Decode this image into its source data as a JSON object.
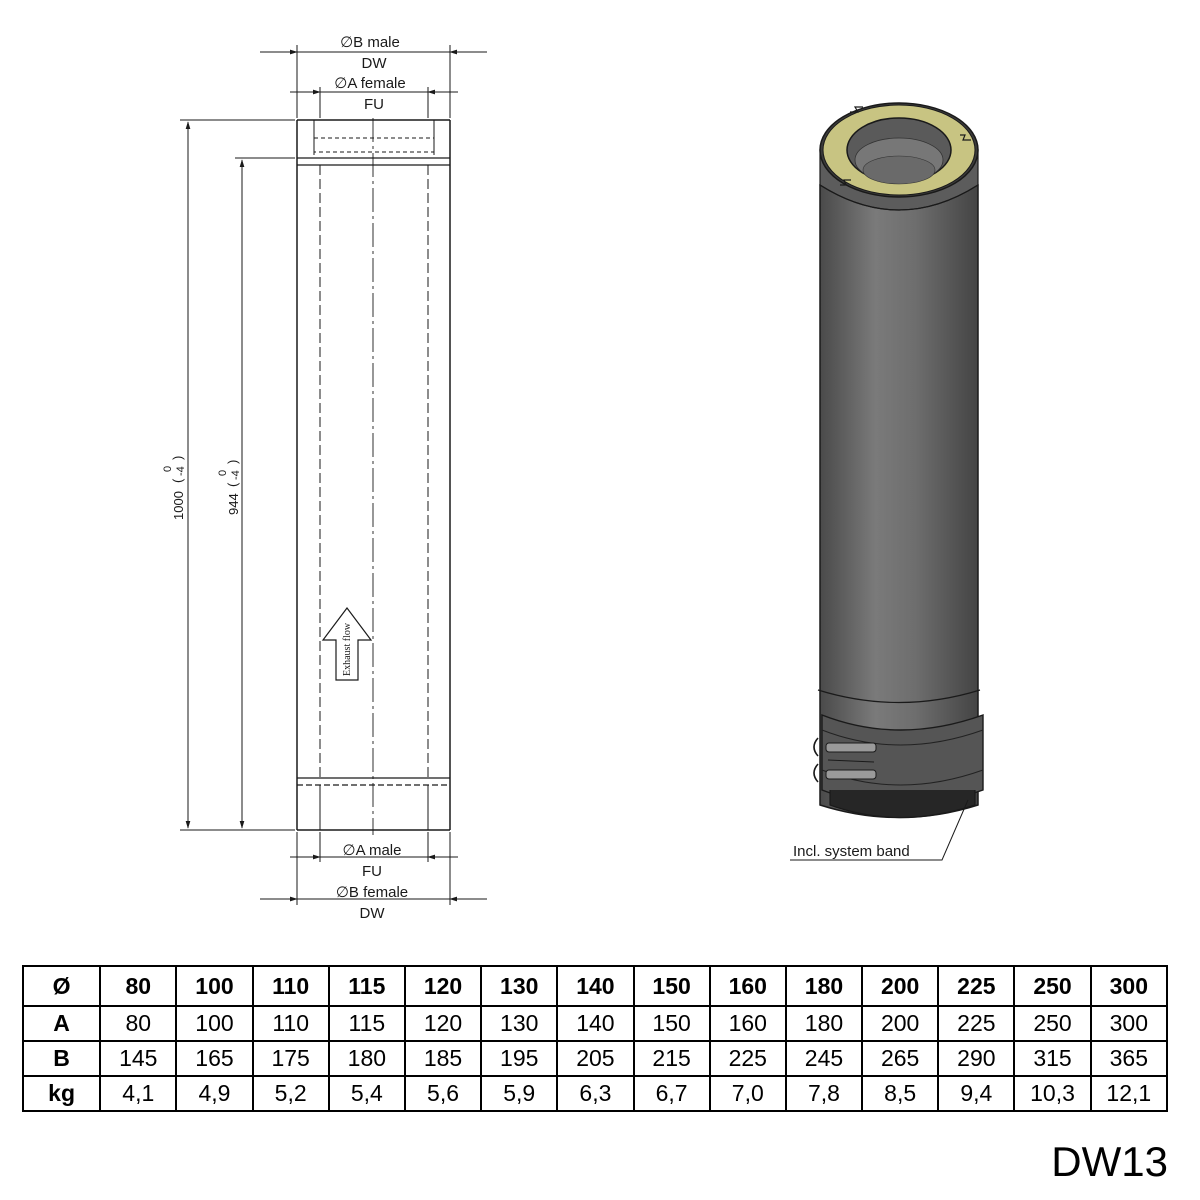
{
  "drawing": {
    "top_dims": {
      "b_male": "∅B male",
      "b_male_code": "DW",
      "a_female": "∅A female",
      "a_female_code": "FU"
    },
    "bottom_dims": {
      "a_male": "∅A male",
      "a_male_code": "FU",
      "b_female": "∅B female",
      "b_female_code": "DW"
    },
    "length_total": "1000",
    "length_effective": "944",
    "tolerance_upper": "0",
    "tolerance_lower": "-4",
    "flow_label": "Exhaust flow",
    "band_label": "Incl. system band"
  },
  "table": {
    "headers": [
      "Ø",
      "80",
      "100",
      "110",
      "115",
      "120",
      "130",
      "140",
      "150",
      "160",
      "180",
      "200",
      "225",
      "250",
      "300"
    ],
    "rows": [
      {
        "label": "A",
        "values": [
          "80",
          "100",
          "110",
          "115",
          "120",
          "130",
          "140",
          "150",
          "160",
          "180",
          "200",
          "225",
          "250",
          "300"
        ]
      },
      {
        "label": "B",
        "values": [
          "145",
          "165",
          "175",
          "180",
          "185",
          "195",
          "205",
          "215",
          "225",
          "245",
          "265",
          "290",
          "315",
          "365"
        ]
      },
      {
        "label": "kg",
        "values": [
          "4,1",
          "4,9",
          "5,2",
          "5,4",
          "5,6",
          "5,9",
          "6,3",
          "6,7",
          "7,0",
          "7,8",
          "8,5",
          "9,4",
          "10,3",
          "12,1"
        ]
      }
    ]
  },
  "product_code": "DW13",
  "colors": {
    "pipe_body": "#666666",
    "insulation": "#c8c482",
    "line": "#1a1a1a"
  }
}
